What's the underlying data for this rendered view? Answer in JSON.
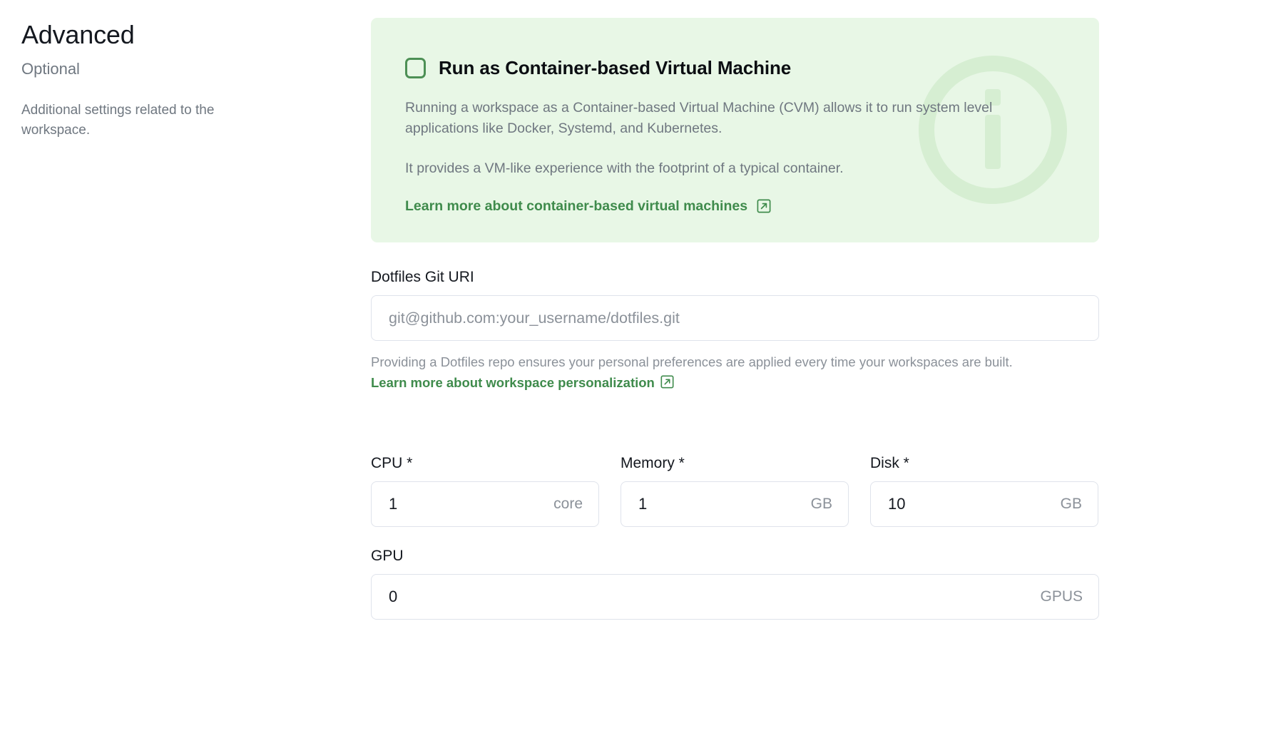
{
  "sidebar": {
    "title": "Advanced",
    "optional_label": "Optional",
    "description": "Additional settings related to the workspace."
  },
  "callout": {
    "checkbox_checked": false,
    "title": "Run as Container-based Virtual Machine",
    "paragraph_1": "Running a workspace as a Container-based Virtual Machine (CVM) allows it to run system level applications like Docker, Systemd, and Kubernetes.",
    "paragraph_2": "It provides a VM-like experience with the footprint of a typical container.",
    "link_label": "Learn more about container-based virtual machines",
    "background_color": "#e8f7e6",
    "accent_color": "#3f8b4c",
    "watermark_icon": "info-circle-icon"
  },
  "dotfiles": {
    "label": "Dotfiles Git URI",
    "value": "",
    "placeholder": "git@github.com:your_username/dotfiles.git",
    "helper_prefix": "Providing a Dotfiles repo ensures your personal preferences are applied every time your workspaces are built. ",
    "helper_link": "Learn more about workspace personalization"
  },
  "resources": [
    {
      "label": "CPU *",
      "value": "1",
      "unit": "core",
      "name": "cpu"
    },
    {
      "label": "Memory *",
      "value": "1",
      "unit": "GB",
      "name": "memory"
    },
    {
      "label": "Disk *",
      "value": "10",
      "unit": "GB",
      "name": "disk"
    }
  ],
  "gpu": {
    "label": "GPU",
    "value": "0",
    "unit": "GPUS"
  }
}
